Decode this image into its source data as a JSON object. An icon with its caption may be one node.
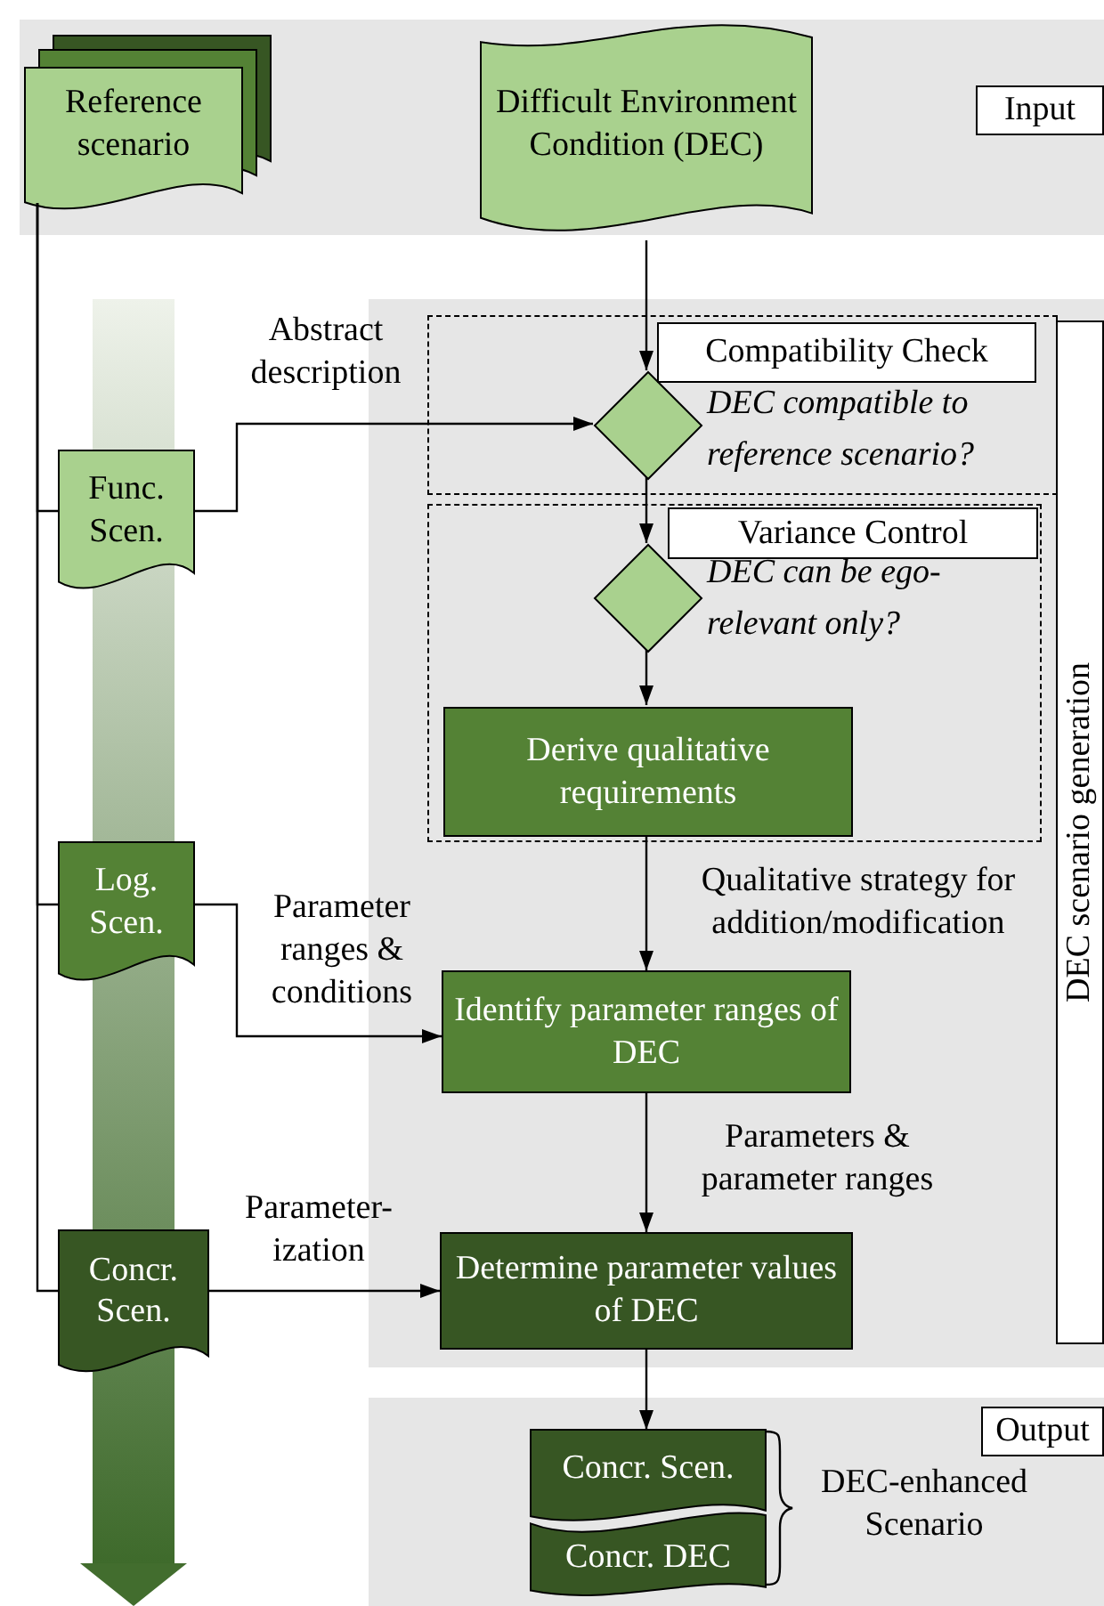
{
  "diagram": {
    "nodes": [
      {
        "text": [
          "Input"
        ]
      },
      {
        "text": [
          "Reference scenario"
        ],
        "in": 0
      },
      {
        "text": [
          "Difficult Environment Condition (DEC)"
        ],
        "in": 0
      },
      {
        "text": [
          "DEC scenario generation"
        ]
      },
      {
        "text": [
          "Compatibility Check"
        ],
        "in": 3
      },
      {
        "text": [],
        "shape": "diamond",
        "in": 4,
        "beside": [
          "DEC compatible to reference scenario?"
        ]
      },
      {
        "text": [
          "Variance Control"
        ],
        "in": 3
      },
      {
        "text": [],
        "shape": "diamond",
        "in": 6,
        "beside": [
          "DEC can be ego-relevant only?"
        ]
      },
      {
        "text": [
          "Derive qualitative requirements"
        ],
        "in": 6
      },
      {
        "text": [
          "Identify parameter ranges of DEC"
        ],
        "in": 3
      },
      {
        "text": [
          "Determine parameter values of DEC"
        ],
        "in": 3
      },
      {
        "text": [
          "Output"
        ]
      },
      {
        "text": [
          "Concr. Scen."
        ],
        "in": 11
      },
      {
        "text": [
          "Concr. DEC"
        ],
        "in": 11
      },
      {
        "text": [
          "Func. Scen."
        ]
      },
      {
        "text": [
          "Log. Scen."
        ]
      },
      {
        "text": [
          "Concr. Scen."
        ]
      }
    ],
    "edges": [
      {
        "from": 2,
        "to": 5,
        "arrow": "to"
      },
      {
        "from": 14,
        "to": 5,
        "arrow": "to",
        "label": "Abstract description"
      },
      {
        "from": 5,
        "to": 7,
        "arrow": "to"
      },
      {
        "from": 7,
        "to": 8,
        "arrow": "to"
      },
      {
        "from": 8,
        "to": 9,
        "arrow": "to",
        "label": "Qualitative strategy for addition/modification"
      },
      {
        "from": 15,
        "to": 9,
        "arrow": "to",
        "label": "Parameter ranges & conditions"
      },
      {
        "from": 9,
        "to": 10,
        "arrow": "to",
        "label": "Parameters & parameter ranges"
      },
      {
        "from": 16,
        "to": 10,
        "arrow": "to",
        "label": "Parameter-ization"
      },
      {
        "from": 10,
        "to": 12,
        "arrow": "to"
      },
      {
        "from": 1,
        "to": 14,
        "arrow": "none"
      },
      {
        "from": 1,
        "to": 15,
        "arrow": "none"
      },
      {
        "from": 1,
        "to": 16,
        "arrow": "none"
      }
    ],
    "labels": [
      "DEC-enhanced Scenario"
    ]
  }
}
